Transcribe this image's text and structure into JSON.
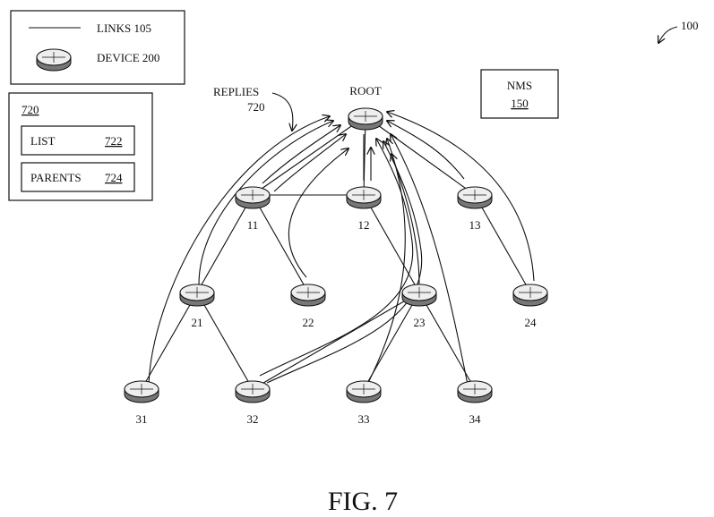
{
  "legend": {
    "links_label": "LINKS 105",
    "device_label": "DEVICE 200"
  },
  "reply_box": {
    "number": "720",
    "list_label": "LIST",
    "list_ref": "722",
    "parents_label": "PARENTS",
    "parents_ref": "724"
  },
  "replies_label": {
    "line1": "REPLIES",
    "line2": "720"
  },
  "nms": {
    "label": "NMS",
    "ref": "150"
  },
  "ref_100": "100",
  "figure_caption": "FIG. 7",
  "nodes": [
    {
      "id": "root",
      "label": "ROOT"
    },
    {
      "id": "11",
      "label": "11"
    },
    {
      "id": "12",
      "label": "12"
    },
    {
      "id": "13",
      "label": "13"
    },
    {
      "id": "21",
      "label": "21"
    },
    {
      "id": "22",
      "label": "22"
    },
    {
      "id": "23",
      "label": "23"
    },
    {
      "id": "24",
      "label": "24"
    },
    {
      "id": "31",
      "label": "31"
    },
    {
      "id": "32",
      "label": "32"
    },
    {
      "id": "33",
      "label": "33"
    },
    {
      "id": "34",
      "label": "34"
    }
  ],
  "links": [
    [
      "root",
      "11"
    ],
    [
      "root",
      "12"
    ],
    [
      "root",
      "13"
    ],
    [
      "11",
      "12"
    ],
    [
      "11",
      "21"
    ],
    [
      "11",
      "22"
    ],
    [
      "12",
      "23"
    ],
    [
      "13",
      "24"
    ],
    [
      "21",
      "31"
    ],
    [
      "21",
      "32"
    ],
    [
      "23",
      "32"
    ],
    [
      "23",
      "33"
    ],
    [
      "23",
      "34"
    ]
  ],
  "replies": [
    "11",
    "12",
    "13",
    "21",
    "22",
    "23",
    "24",
    "31",
    "32",
    "33",
    "34"
  ]
}
